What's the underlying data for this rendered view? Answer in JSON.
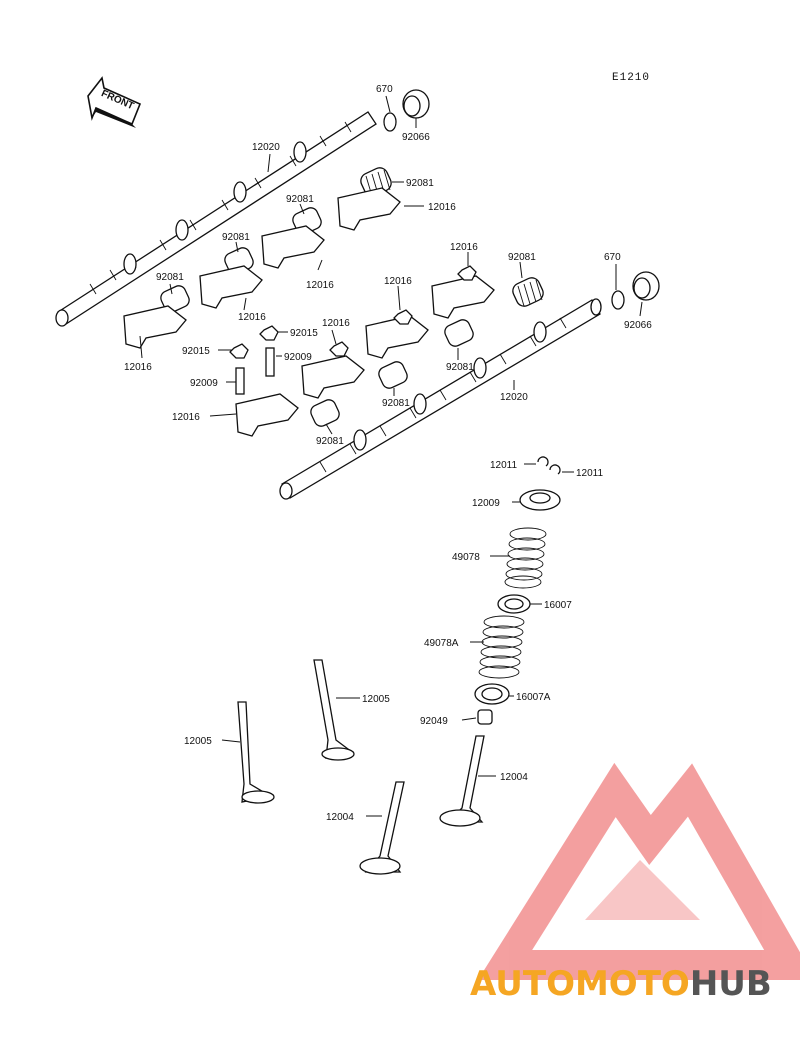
{
  "diagram_code": "E1210",
  "front_label": "FRONT",
  "watermark": {
    "part1": "AUTOMOTO",
    "part2": "HUB",
    "color1": "#f5a623",
    "color2": "#555555",
    "accent": "#f08080"
  },
  "parts": {
    "p670a": "670",
    "p92066a": "92066",
    "p12020a": "12020",
    "p92081a": "92081",
    "p12016a": "12016",
    "p92081b": "92081",
    "p92081c": "92081",
    "p12016b": "12016",
    "p92081d": "92081",
    "p12016c": "12016",
    "p12016d": "12016",
    "p92015a": "92015",
    "p92009a": "92009",
    "p92015b": "92015",
    "p92009b": "92009",
    "p12016e": "12016",
    "p92081e": "92081",
    "p12016f": "12016",
    "p92081f": "92081",
    "p670b": "670",
    "p92066b": "92066",
    "p12016g": "12016",
    "p12016h": "12016",
    "p92081g": "92081",
    "p92081h": "92081",
    "p12020b": "12020",
    "p12011a": "12011",
    "p12011b": "12011",
    "p12009": "12009",
    "p49078": "49078",
    "p16007": "16007",
    "p49078A": "49078A",
    "p16007A": "16007A",
    "p92049": "92049",
    "p12005a": "12005",
    "p12005b": "12005",
    "p12004a": "12004",
    "p12004b": "12004"
  }
}
